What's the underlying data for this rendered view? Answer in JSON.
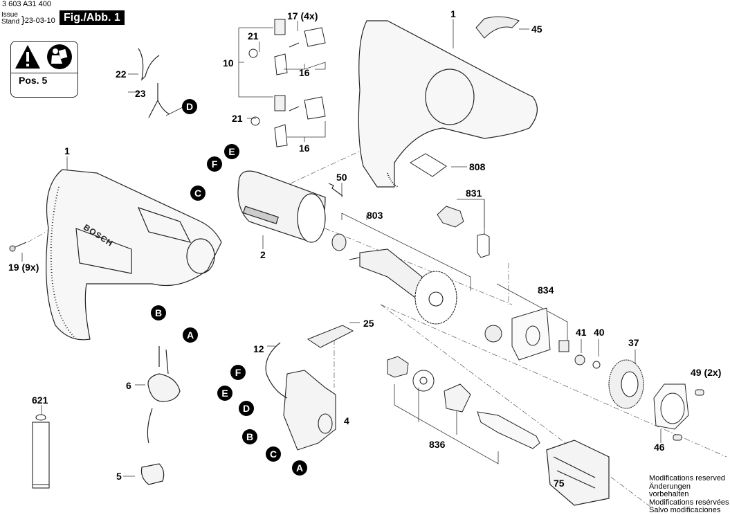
{
  "header": {
    "doc_number": "3 603 A31 400",
    "issue_label_1": "Issue",
    "issue_label_2": "Stand",
    "issue_date": "23-03-10",
    "figure_title": "Fig./Abb. 1"
  },
  "warning_box": {
    "icons": [
      "warning-triangle-icon",
      "read-manual-icon"
    ],
    "label": "Pos. 5"
  },
  "part_labels": [
    {
      "id": "p1a",
      "text": "1"
    },
    {
      "id": "p1b",
      "text": "1"
    },
    {
      "id": "p2",
      "text": "2"
    },
    {
      "id": "p4",
      "text": "4"
    },
    {
      "id": "p5",
      "text": "5"
    },
    {
      "id": "p6",
      "text": "6"
    },
    {
      "id": "p10",
      "text": "10"
    },
    {
      "id": "p12",
      "text": "12"
    },
    {
      "id": "p16a",
      "text": "16"
    },
    {
      "id": "p16b",
      "text": "16"
    },
    {
      "id": "p17",
      "text": "17 (4x)"
    },
    {
      "id": "p19",
      "text": "19 (9x)"
    },
    {
      "id": "p21a",
      "text": "21"
    },
    {
      "id": "p21b",
      "text": "21"
    },
    {
      "id": "p22",
      "text": "22"
    },
    {
      "id": "p23",
      "text": "23"
    },
    {
      "id": "p25",
      "text": "25"
    },
    {
      "id": "p37",
      "text": "37"
    },
    {
      "id": "p40",
      "text": "40"
    },
    {
      "id": "p41",
      "text": "41"
    },
    {
      "id": "p45",
      "text": "45"
    },
    {
      "id": "p46",
      "text": "46"
    },
    {
      "id": "p49",
      "text": "49 (2x)"
    },
    {
      "id": "p50",
      "text": "50"
    },
    {
      "id": "p75",
      "text": "75"
    },
    {
      "id": "p621",
      "text": "621"
    },
    {
      "id": "p803",
      "text": "803"
    },
    {
      "id": "p808",
      "text": "808"
    },
    {
      "id": "p831",
      "text": "831"
    },
    {
      "id": "p834",
      "text": "834"
    },
    {
      "id": "p836",
      "text": "836"
    }
  ],
  "callouts": [
    {
      "id": "c-d-top",
      "text": "D"
    },
    {
      "id": "c-e-top",
      "text": "E"
    },
    {
      "id": "c-f-top",
      "text": "F"
    },
    {
      "id": "c-c-top",
      "text": "C"
    },
    {
      "id": "c-b-cord",
      "text": "B"
    },
    {
      "id": "c-a-cord",
      "text": "A"
    },
    {
      "id": "c-f-sw",
      "text": "F"
    },
    {
      "id": "c-e-sw",
      "text": "E"
    },
    {
      "id": "c-d-sw",
      "text": "D"
    },
    {
      "id": "c-b-sw",
      "text": "B"
    },
    {
      "id": "c-c-sw",
      "text": "C"
    },
    {
      "id": "c-a-sw",
      "text": "A"
    }
  ],
  "brand_mark": "BOSCH",
  "footer": {
    "lines": [
      "Modifications reserved",
      "Änderungen vorbehalten",
      "Modifications resérvées",
      "Salvo modificaciones"
    ]
  }
}
